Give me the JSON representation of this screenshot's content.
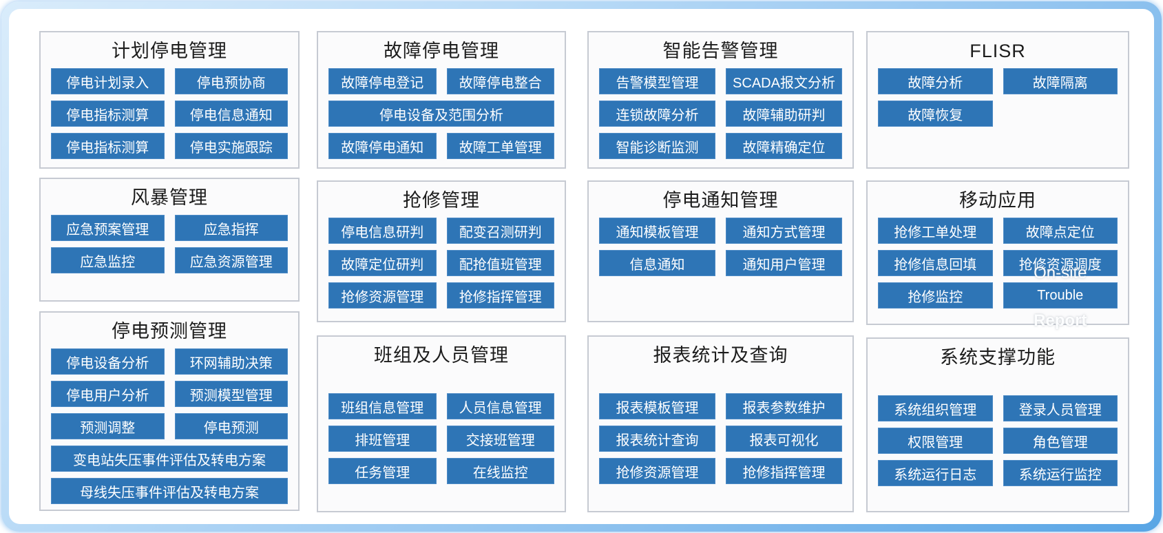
{
  "colors": {
    "button_bg": "#2E75B6",
    "button_border": "#4E8BC6",
    "button_text": "#FFFFFF",
    "panel_border": "#C6CAD2",
    "title_text": "#1C1C1C",
    "frame_blue": "#58A5E5"
  },
  "panels": [
    {
      "id": "planned-outage-management",
      "title": "计划停电管理",
      "buttons": [
        {
          "label": "停电计划录入"
        },
        {
          "label": "停电预协商"
        },
        {
          "label": "停电指标测算"
        },
        {
          "label": "停电信息通知"
        },
        {
          "label": "停电指标测算"
        },
        {
          "label": "停电实施跟踪"
        }
      ]
    },
    {
      "id": "fault-outage-management",
      "title": "故障停电管理",
      "buttons": [
        {
          "label": "故障停电登记"
        },
        {
          "label": "故障停电整合"
        },
        {
          "label": "停电设备及范围分析",
          "wide": true
        },
        {
          "label": "故障停电通知"
        },
        {
          "label": "故障工单管理"
        }
      ]
    },
    {
      "id": "smart-alarm-management",
      "title": "智能告警管理",
      "buttons": [
        {
          "label": "告警模型管理"
        },
        {
          "label": "SCADA报文分析"
        },
        {
          "label": "连锁故障分析"
        },
        {
          "label": "故障辅助研判"
        },
        {
          "label": "智能诊断监测"
        },
        {
          "label": "故障精确定位"
        }
      ]
    },
    {
      "id": "flisr",
      "title": "FLISR",
      "buttons": [
        {
          "label": "故障分析"
        },
        {
          "label": "故障隔离"
        },
        {
          "label": "故障恢复"
        }
      ]
    },
    {
      "id": "storm-management",
      "title": "风暴管理",
      "buttons": [
        {
          "label": "应急预案管理"
        },
        {
          "label": "应急指挥"
        },
        {
          "label": "应急监控"
        },
        {
          "label": "应急资源管理"
        }
      ]
    },
    {
      "id": "repair-management",
      "title": "抢修管理",
      "buttons": [
        {
          "label": "停电信息研判"
        },
        {
          "label": "配变召测研判"
        },
        {
          "label": "故障定位研判"
        },
        {
          "label": "配抢值班管理"
        },
        {
          "label": "抢修资源管理"
        },
        {
          "label": "抢修指挥管理"
        }
      ]
    },
    {
      "id": "outage-notification-management",
      "title": "停电通知管理",
      "buttons": [
        {
          "label": "通知模板管理"
        },
        {
          "label": "通知方式管理"
        },
        {
          "label": "信息通知"
        },
        {
          "label": "通知用户管理"
        }
      ]
    },
    {
      "id": "mobile-application",
      "title": "移动应用",
      "buttons": [
        {
          "label": "抢修工单处理"
        },
        {
          "label": "故障点定位"
        },
        {
          "label": "抢修信息回填"
        },
        {
          "label": "抢修资源调度",
          "overflow": "On-site",
          "overflow_pos": "straddle"
        },
        {
          "label": "抢修监控"
        },
        {
          "label": "Trouble",
          "overflow": "Report",
          "overflow_pos": "below"
        }
      ]
    },
    {
      "id": "outage-forecast-management",
      "title": "停电预测管理",
      "buttons": [
        {
          "label": "停电设备分析"
        },
        {
          "label": "环网辅助决策"
        },
        {
          "label": "停电用户分析"
        },
        {
          "label": "预测模型管理"
        },
        {
          "label": "预测调整"
        },
        {
          "label": "停电预测"
        },
        {
          "label": "变电站失压事件评估及转电方案",
          "wide": true
        },
        {
          "label": "母线失压事件评估及转电方案",
          "wide": true
        }
      ]
    },
    {
      "id": "team-and-personnel-management",
      "title": "班组及人员管理",
      "buttons": [
        {
          "label": "班组信息管理"
        },
        {
          "label": "人员信息管理"
        },
        {
          "label": "排班管理"
        },
        {
          "label": "交接班管理"
        },
        {
          "label": "任务管理"
        },
        {
          "label": "在线监控"
        }
      ]
    },
    {
      "id": "report-statistics-and-query",
      "title": "报表统计及查询",
      "buttons": [
        {
          "label": "报表模板管理"
        },
        {
          "label": "报表参数维护"
        },
        {
          "label": "报表统计查询"
        },
        {
          "label": "报表可视化"
        },
        {
          "label": "抢修资源管理"
        },
        {
          "label": "抢修指挥管理"
        }
      ]
    },
    {
      "id": "system-support-functions",
      "title": "系统支撑功能",
      "buttons": [
        {
          "label": "系统组织管理"
        },
        {
          "label": "登录人员管理"
        },
        {
          "label": "权限管理"
        },
        {
          "label": "角色管理"
        },
        {
          "label": "系统运行日志"
        },
        {
          "label": "系统运行监控"
        }
      ]
    }
  ]
}
